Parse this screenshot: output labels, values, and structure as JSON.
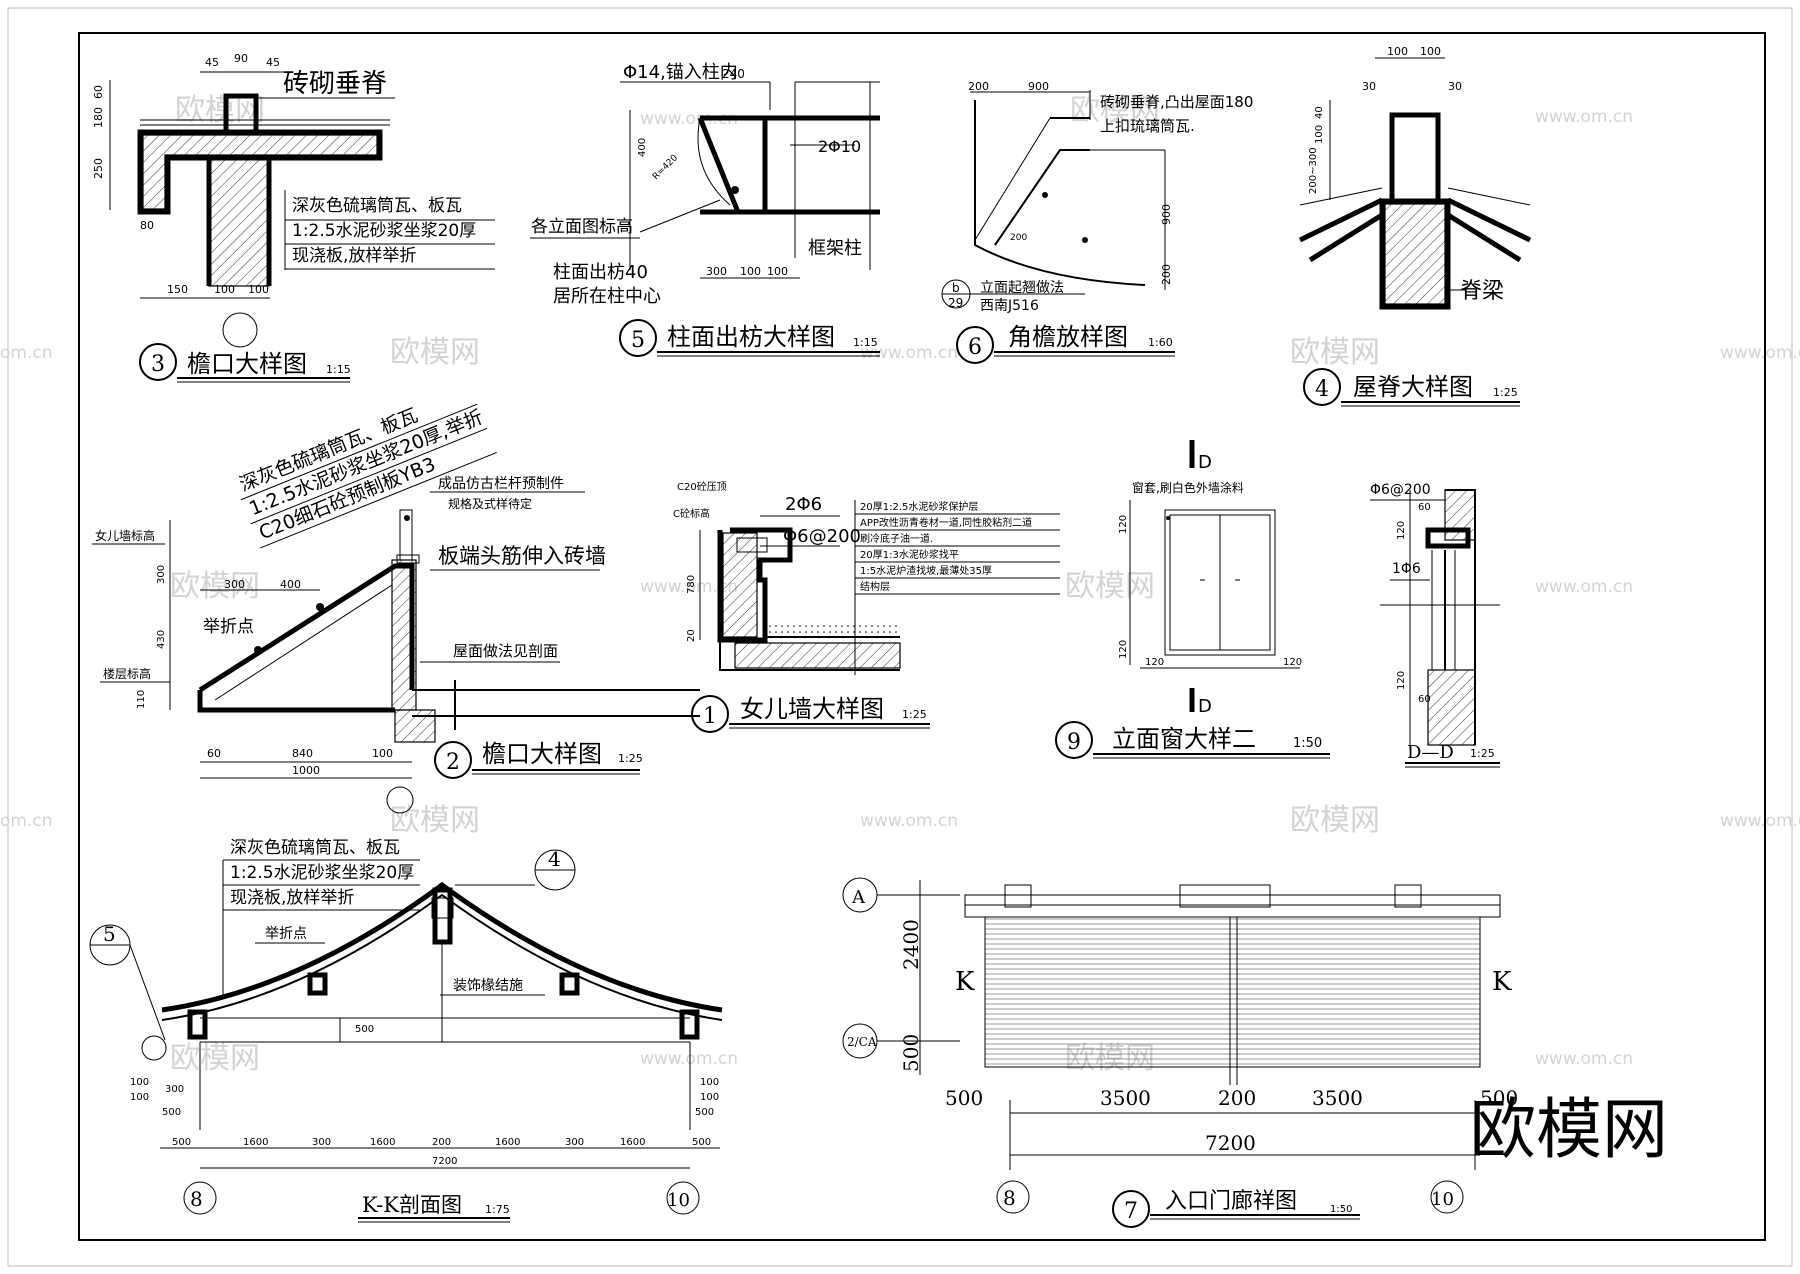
{
  "watermarks": {
    "site": "www.om.cn",
    "brand": "欧模网",
    "site_short": "om.cn"
  },
  "brand_logo": "欧模网",
  "details": {
    "d3": {
      "number": "3",
      "title": "檐口大样图",
      "scale": "1:15",
      "label_ridge": "砖砌垂脊",
      "notes": [
        "深灰色硫璃筒瓦、板瓦",
        "1:2.5水泥砂浆坐浆20厚",
        "现浇板,放样举折"
      ],
      "dims": [
        "45",
        "90",
        "45",
        "60",
        "180",
        "250",
        "80",
        "150",
        "100",
        "100"
      ]
    },
    "d5": {
      "number": "5",
      "title": "柱面出枋大样图",
      "scale": "1:15",
      "notes": [
        "Φ14,锚入柱内",
        "2Φ10",
        "各立面图标高",
        "框架柱",
        "柱面出枋40",
        "居所在柱中心"
      ],
      "dims": [
        "400",
        "R=420",
        "300",
        "100",
        "100",
        "240"
      ]
    },
    "d6": {
      "number": "6",
      "title": "角檐放样图",
      "scale": "1:60",
      "notes": [
        "砖砌垂脊,凸出屋面180",
        "上扣琉璃筒瓦.",
        "立面起翘做法",
        "西南J516"
      ],
      "ref_num": "b",
      "ref_sheet": "29",
      "dims": [
        "200",
        "900",
        "900",
        "200",
        "200"
      ]
    },
    "d4": {
      "number": "4",
      "title": "屋脊大样图",
      "scale": "1:25",
      "notes": [
        "脊梁"
      ],
      "dims": [
        "100",
        "100",
        "30",
        "30",
        "40",
        "100",
        "200~300"
      ]
    },
    "d2": {
      "number": "2",
      "title": "檐口大样图",
      "scale": "1:25",
      "notes": [
        "深灰色硫璃筒瓦、板瓦",
        "1:2.5水泥砂浆坐浆20厚,举折",
        "C20细石砼预制板YB3",
        "成品仿古栏杆预制件",
        "规格及式样待定",
        "板端头筋伸入砖墙",
        "女儿墙标高",
        "举折点",
        "楼层标高",
        "屋面做法见剖面"
      ],
      "dims": [
        "300",
        "400",
        "300",
        "430",
        "110",
        "60",
        "840",
        "100",
        "1000"
      ]
    },
    "d1": {
      "number": "1",
      "title": "女儿墙大样图",
      "scale": "1:25",
      "notes": [
        "C20砼压顶",
        "C砼标高",
        "2Φ6",
        "Φ6@200",
        "20厚1:2.5水泥砂浆保护层",
        "APP改性沥青卷材一道,同性胶粘剂二道",
        "刷冷底子油一道.",
        "20厚1:3水泥砂浆找平",
        "1:5水泥炉渣找坡,最薄处35厚",
        "结构层"
      ],
      "dims": [
        "780",
        "20"
      ]
    },
    "d9": {
      "number": "9",
      "title": "立面窗大样二",
      "scale": "1:50",
      "notes": [
        "窗套,刷白色外墙涂料",
        "D",
        "D"
      ],
      "dims": [
        "120",
        "120",
        "120",
        "120"
      ]
    },
    "dd": {
      "title": "D—D",
      "scale": "1:25",
      "notes": [
        "Φ6@200",
        "1Φ6"
      ],
      "dims": [
        "60",
        "120",
        "60",
        "120"
      ]
    },
    "dk": {
      "title": "K-K剖面图",
      "scale": "1:75",
      "notes": [
        "深灰色硫璃筒瓦、板瓦",
        "1:2.5水泥砂浆坐浆20厚",
        "现浇板,放样举折",
        "举折点",
        "装饰椽结施"
      ],
      "refs": [
        "5",
        "4",
        "8",
        "10"
      ],
      "dims": [
        "500",
        "1600",
        "300",
        "1600",
        "200",
        "1600",
        "300",
        "1600",
        "500",
        "7200",
        "500",
        "100",
        "100",
        "300"
      ]
    },
    "d7": {
      "number": "7",
      "title": "入口门廊祥图",
      "scale": "1:50",
      "labels": [
        "A",
        "K",
        "K",
        "2/CA",
        "8",
        "10"
      ],
      "dims": [
        "2400",
        "500",
        "500",
        "3500",
        "200",
        "3500",
        "500",
        "7200"
      ]
    }
  }
}
